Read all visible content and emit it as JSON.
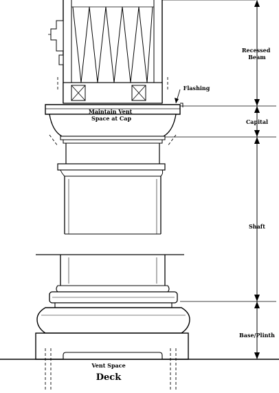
{
  "labels": {
    "recessed_beam": [
      "Recessed",
      "Beam"
    ],
    "flashing": "Flashing",
    "maintain_vent": [
      "Maintain Vent",
      "Space at Cap"
    ],
    "capital": "Capital",
    "shaft": "Shaft",
    "base_plinth": "Base/Plinth",
    "vent_space": "Vent Space",
    "deck": "Deck"
  }
}
